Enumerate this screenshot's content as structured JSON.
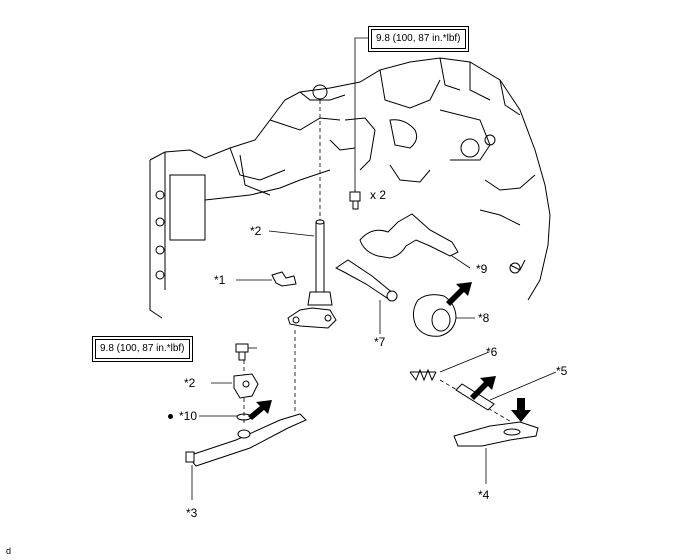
{
  "torque_spec_top": "9.8 (100, 87 in.*lbf)",
  "torque_spec_left": "9.8 (100, 87 in.*lbf)",
  "quantity_note": "x 2",
  "callouts": {
    "c1": "*1",
    "c2a": "*2",
    "c2b": "*2",
    "c3": "*3",
    "c4": "*4",
    "c5": "*5",
    "c6": "*6",
    "c7": "*7",
    "c8": "*8",
    "c9": "*9",
    "c10": "*10"
  },
  "footnote": "d",
  "colors": {
    "line": "#000000",
    "background": "#ffffff",
    "arrow": "#000000"
  }
}
